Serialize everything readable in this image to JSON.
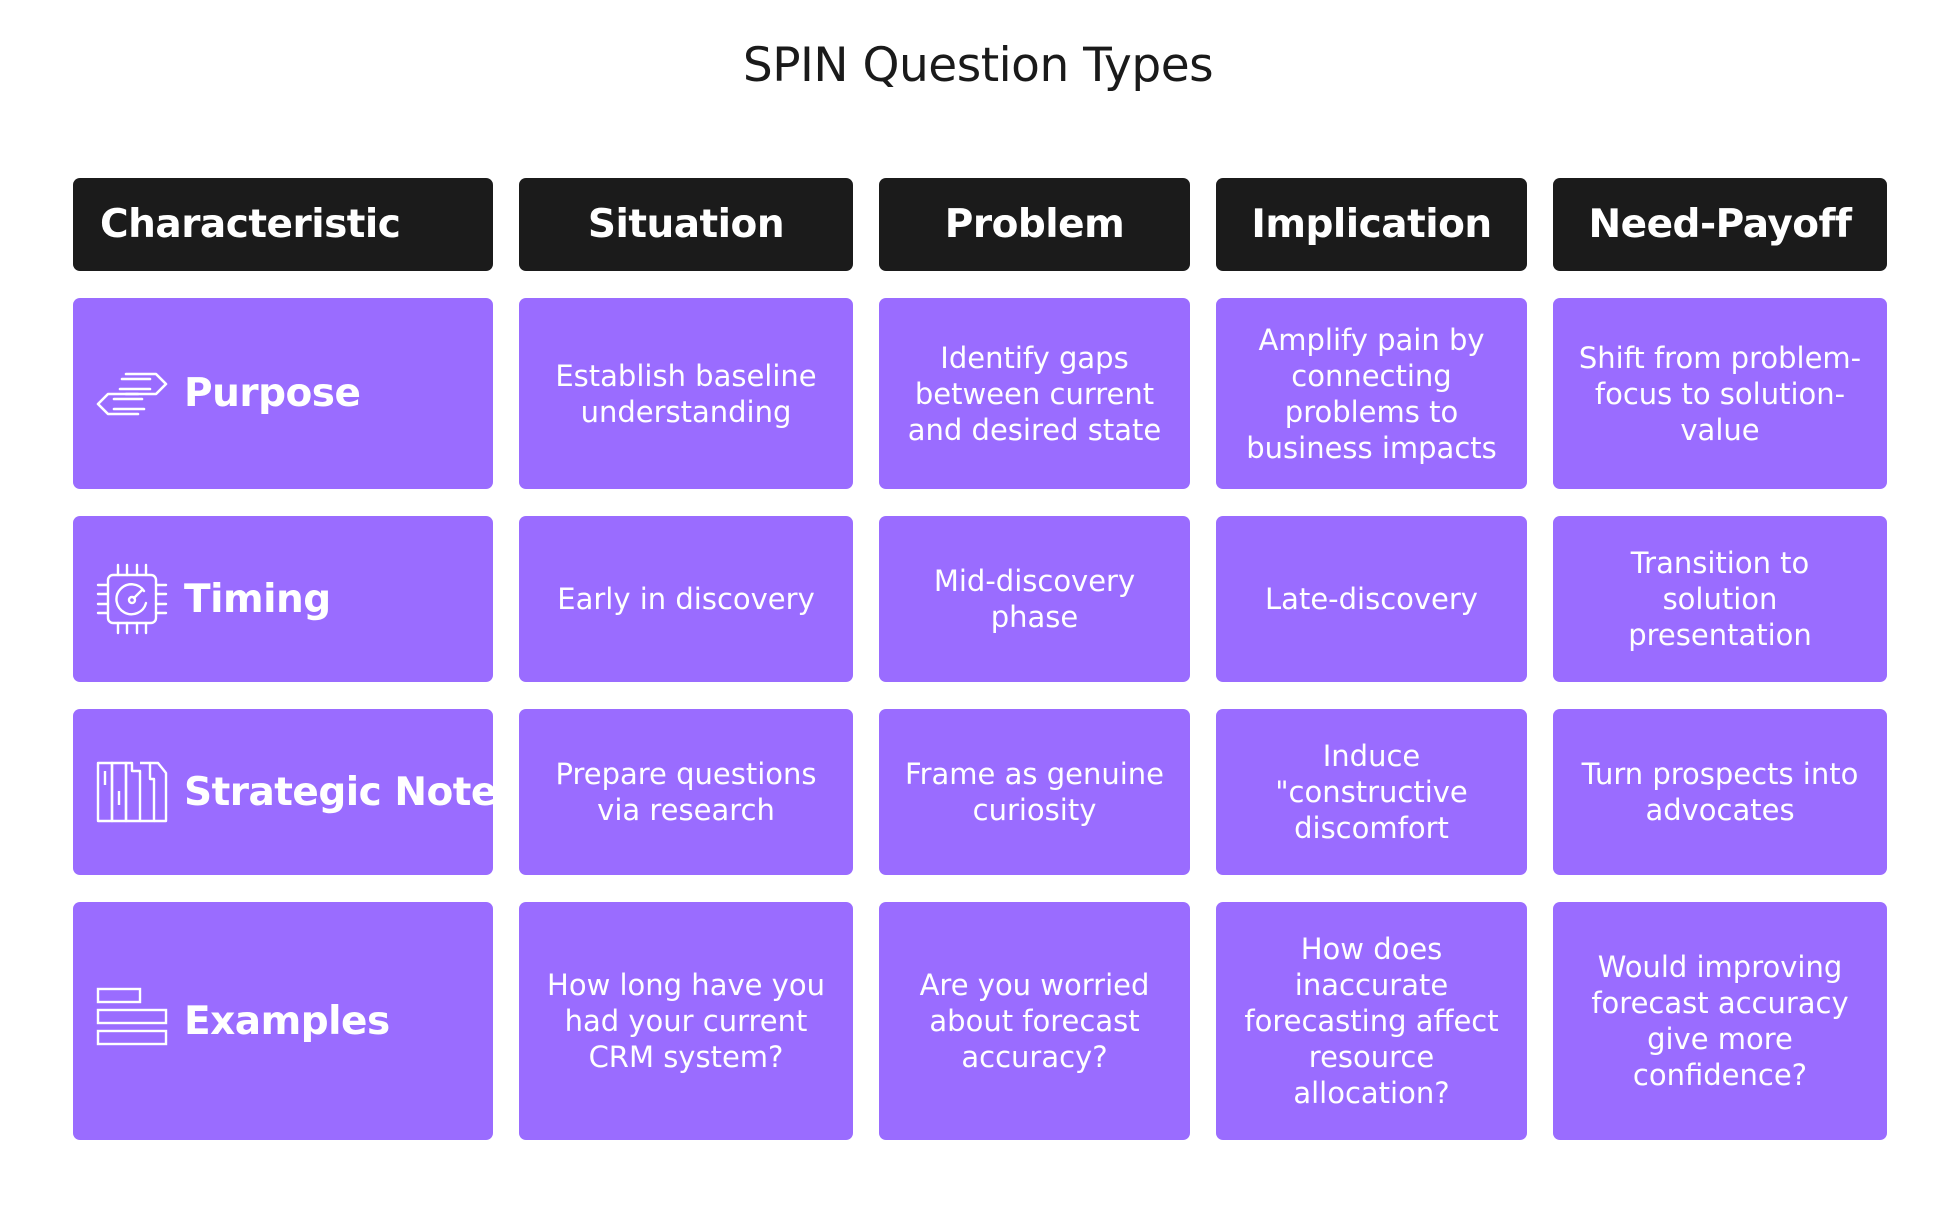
{
  "title": "SPIN Question Types",
  "headers": [
    "Characteristic",
    "Situation",
    "Problem",
    "Implication",
    "Need-Payoff"
  ],
  "rows": [
    {
      "label": "Purpose",
      "icon": "arrows-exchange-icon",
      "cells": [
        "Establish baseline understanding",
        "Identify gaps between current and desired state",
        "Amplify pain by connecting problems to business impacts",
        "Shift from problem-focus to solution-value"
      ]
    },
    {
      "label": "Timing",
      "icon": "gauge-chip-icon",
      "cells": [
        "Early in discovery",
        "Mid-discovery phase",
        "Late-discovery",
        "Transition to solution presentation"
      ]
    },
    {
      "label": "Strategic Note",
      "icon": "columns-icon",
      "cells": [
        "Prepare questions via research",
        "Frame as genuine curiosity",
        "Induce \"constructive discomfort",
        "Turn prospects into advocates"
      ]
    },
    {
      "label": "Examples",
      "icon": "stacked-bars-icon",
      "cells": [
        "How long have you had your current CRM system?",
        "Are you worried about forecast accuracy?",
        "How does inaccurate forecasting affect resource allocation?",
        "Would improving forecast accuracy give more confidence?"
      ]
    }
  ],
  "colors": {
    "header_bg": "#1b1b1b",
    "cell_bg": "#9a6cff",
    "text_light": "#ffffff",
    "title_text": "#1a1a1a"
  }
}
